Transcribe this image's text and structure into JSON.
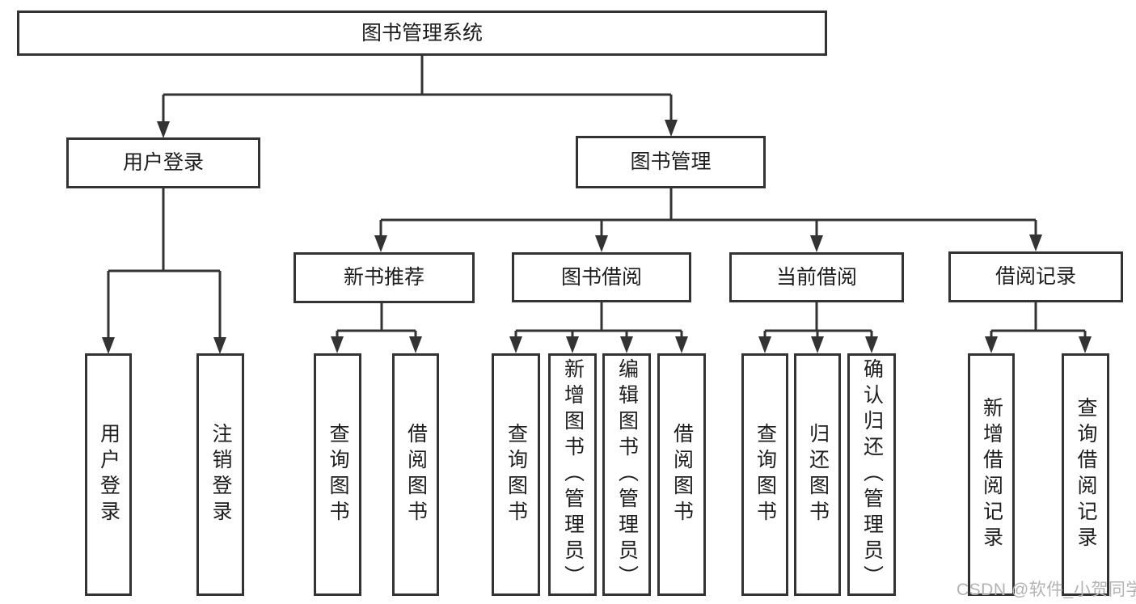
{
  "diagram_title": "图书管理系统",
  "colors": {
    "line": "#333333",
    "box_border": "#333333",
    "text": "#1d1d1d",
    "watermark": "#b3b3b3",
    "background": "#ffffff"
  },
  "tree": {
    "label": "图书管理系统",
    "children": [
      {
        "label": "用户登录",
        "children": [
          {
            "label": "用户登录"
          },
          {
            "label": "注销登录"
          }
        ]
      },
      {
        "label": "图书管理",
        "children": [
          {
            "label": "新书推荐",
            "children": [
              {
                "label": "查询图书"
              },
              {
                "label": "借阅图书"
              }
            ]
          },
          {
            "label": "图书借阅",
            "children": [
              {
                "label": "查询图书"
              },
              {
                "label": "新增图书（管理员）"
              },
              {
                "label": "编辑图书（管理员）"
              },
              {
                "label": "借阅图书"
              }
            ]
          },
          {
            "label": "当前借阅",
            "children": [
              {
                "label": "查询图书"
              },
              {
                "label": "归还图书"
              },
              {
                "label": "确认归还（管理员）"
              }
            ]
          },
          {
            "label": "借阅记录",
            "children": [
              {
                "label": "新增借阅记录"
              },
              {
                "label": "查询借阅记录"
              }
            ]
          }
        ]
      }
    ]
  },
  "watermark": {
    "text": "CSDN @软件_小贺同学"
  }
}
